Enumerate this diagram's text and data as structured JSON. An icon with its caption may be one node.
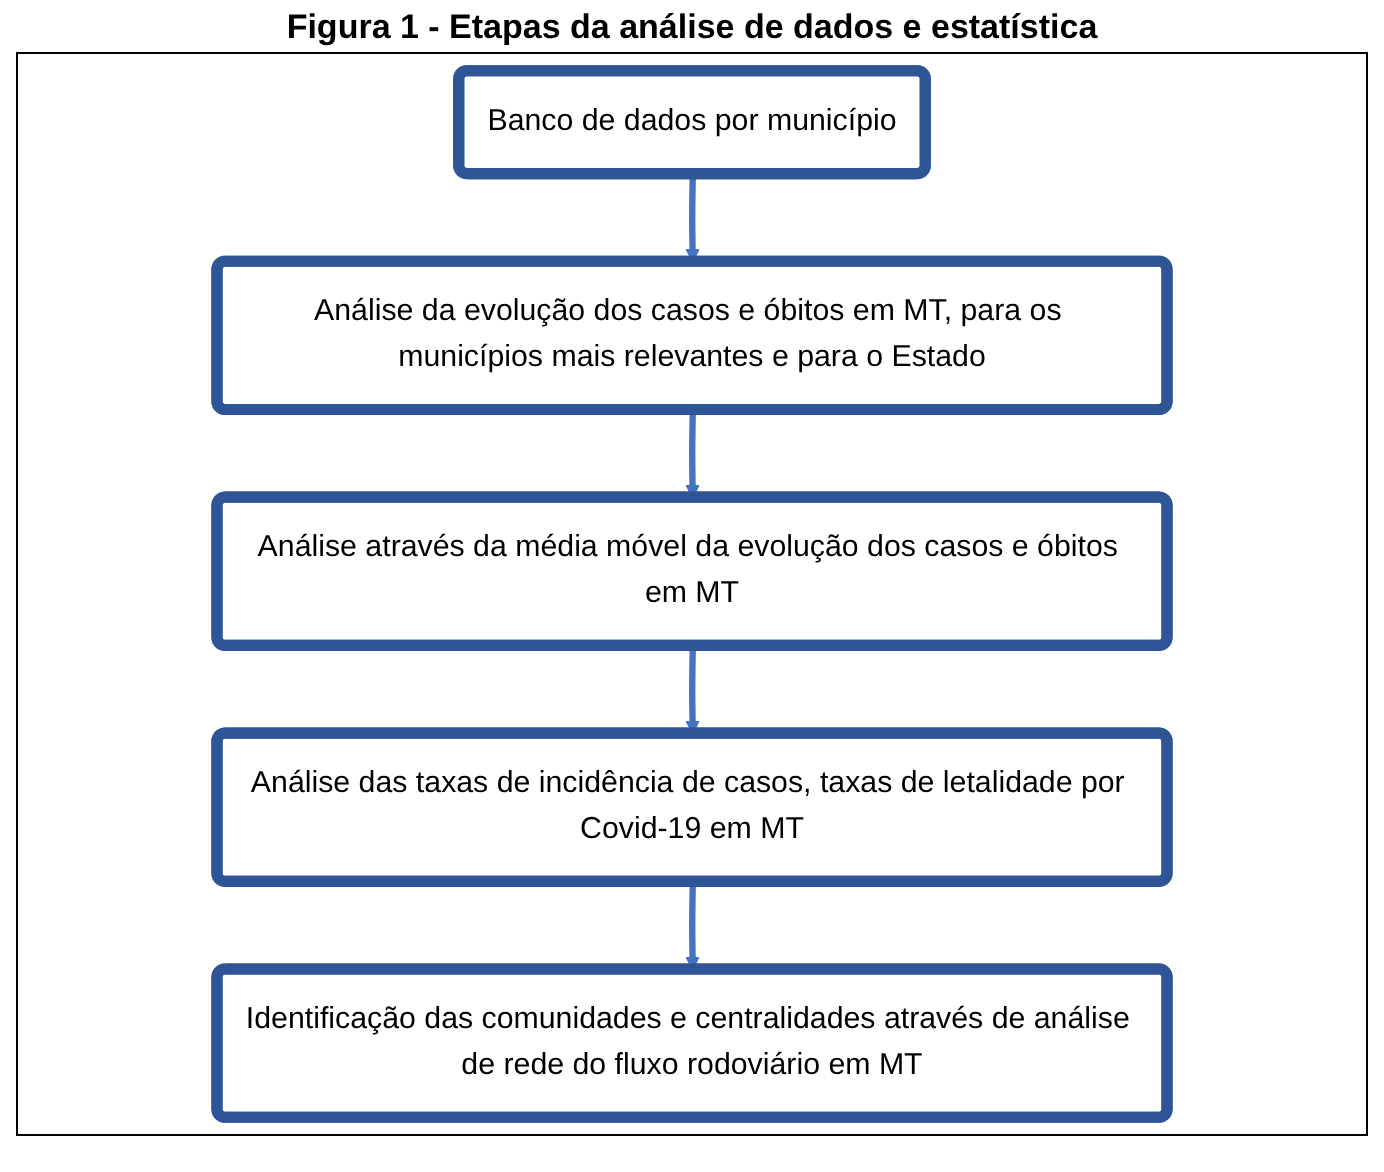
{
  "diagram": {
    "title": "Figura 1 - Etapas da análise de dados e estatística",
    "nodes": [
      {
        "text": [
          "Banco de dados por município"
        ]
      },
      {
        "text": [
          "Análise da evolução dos casos e óbitos em MT, para os municípios mais relevantes e para o Estado"
        ]
      },
      {
        "text": [
          "Análise através da média móvel da evolução dos casos e óbitos em MT"
        ]
      },
      {
        "text": [
          "Análise das taxas de incidência de casos, taxas de letalidade por Covid-19 em MT"
        ]
      },
      {
        "text": [
          "Identificação das comunidades e centralidades através de análise de rede do fluxo rodoviário em MT"
        ]
      }
    ],
    "edges": [
      {
        "from": 0,
        "to": 1,
        "arrow": "to"
      },
      {
        "from": 1,
        "to": 2,
        "arrow": "to"
      },
      {
        "from": 2,
        "to": 3,
        "arrow": "to"
      },
      {
        "from": 3,
        "to": 4,
        "arrow": "to"
      }
    ]
  }
}
